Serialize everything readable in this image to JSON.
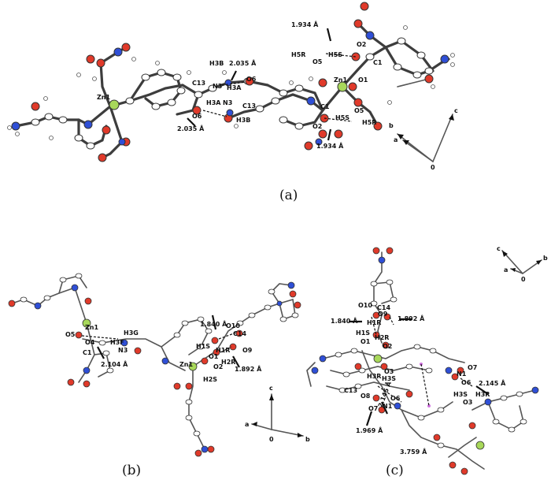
{
  "panels": [
    {
      "caption": "(a)",
      "atom_labels": [
        "Zn1",
        "Zn1",
        "C13",
        "C13",
        "H3B",
        "H3B",
        "N3",
        "N3",
        "H3A",
        "H3A",
        "O6",
        "O6",
        "C1",
        "C1",
        "O1",
        "O2",
        "O2",
        "O5",
        "O5",
        "H5S",
        "H5S",
        "H5R",
        "H5R"
      ],
      "distances": [
        "2.035 Å",
        "2.035 Å",
        "1.934 Å",
        "1.934 Å"
      ],
      "axes": [
        "a",
        "b",
        "c",
        "0"
      ]
    },
    {
      "caption": "(b)",
      "atom_labels": [
        "Zn1",
        "Zn1",
        "O5",
        "O4",
        "C1",
        "H3F",
        "H3G",
        "N3",
        "H1S",
        "H1R",
        "O1",
        "O10",
        "C14",
        "O9",
        "H2R",
        "O2",
        "H2S"
      ],
      "distances": [
        "2.104 Å",
        "1.840 Å",
        "1.892 Å"
      ],
      "axes": [
        "a",
        "b",
        "c",
        "0"
      ]
    },
    {
      "caption": "(c)",
      "atom_labels": [
        "O10",
        "C14",
        "O9",
        "H1R",
        "H1S",
        "O1",
        "H2R",
        "O2",
        "O3",
        "H3R",
        "H3S",
        "C13",
        "O8",
        "O7",
        "N1",
        "O6",
        "O7",
        "N1",
        "O6",
        "H3S",
        "H3R",
        "O3"
      ],
      "distances": [
        "1.840 Å",
        "1.892 Å",
        "2.145 Å",
        "2.145 Å",
        "1.969 Å",
        "3.759 Å"
      ],
      "axes": [
        "a",
        "b",
        "c",
        "0"
      ]
    }
  ],
  "colors": {
    "oxygen": "#e03a2a",
    "nitrogen": "#2f4fd6",
    "zinc": "#a8d85a",
    "carbon": "#ffffff",
    "bond": "#3d3d3d"
  }
}
